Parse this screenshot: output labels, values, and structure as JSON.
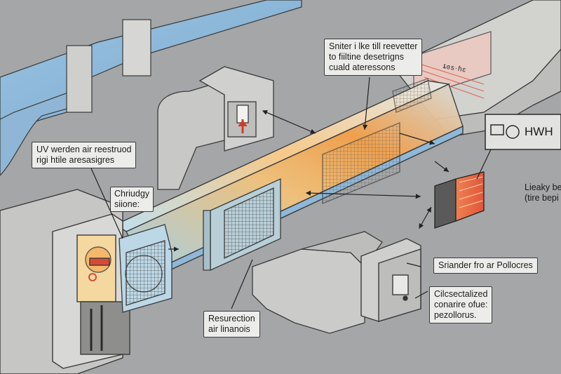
{
  "callouts": {
    "top": {
      "line1": "Sniter i lke till reevetter",
      "line2": "to fiiltine desetrigns",
      "line3": "cuald ateressons"
    },
    "uv": {
      "line1": "UV werden air reestruod",
      "line2": "rigi htile aresasigres"
    }
  },
  "labels": {
    "chriudgy": {
      "line1": "Chriudgy",
      "line2": "siione:"
    },
    "resurection": {
      "line1": "Resurection",
      "line2": "air linanois"
    },
    "sriander": "Sriander  fro ar Pollocres",
    "cilcsectalized": {
      "line1": "Cilcsectalized",
      "line2": "conarire ofue:",
      "line3": "pezollorus."
    },
    "leaky": {
      "line1": "Lieaky be",
      "line2": "(tire bepi"
    },
    "duct_tag": "ȶɞs·ɦɛ"
  },
  "hwh_panel": {
    "text": "HWH"
  },
  "colors": {
    "background": "#a4a6a8",
    "duct_blue": "#8fb8d8",
    "duct_orange": "#f2a24a",
    "filter_red": "#e0563a"
  }
}
